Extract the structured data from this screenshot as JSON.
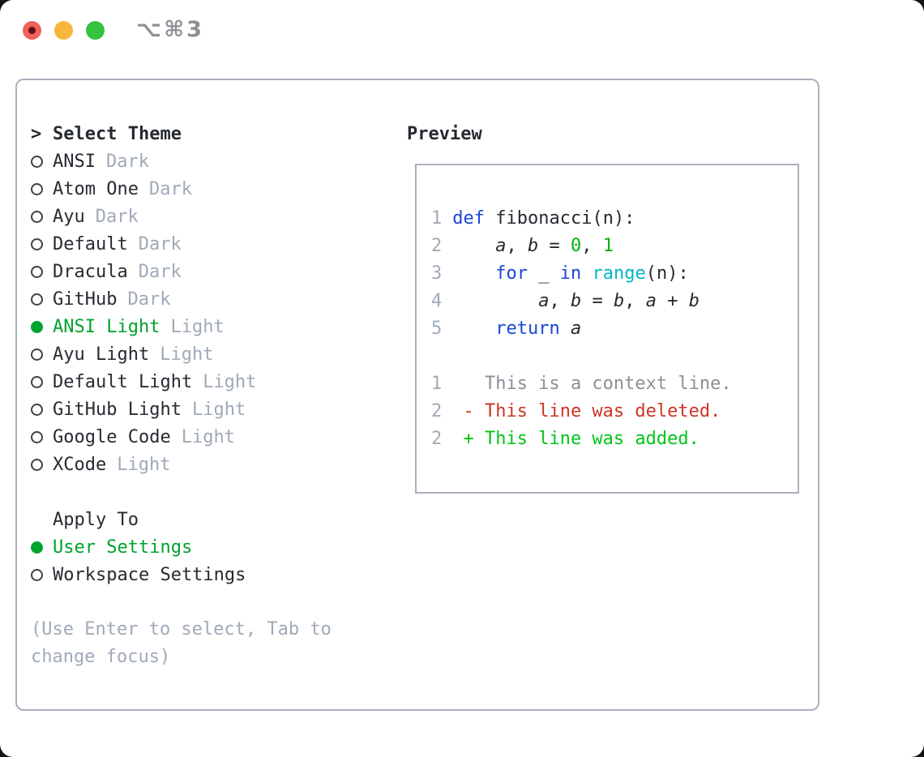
{
  "window": {
    "title_shortcut": "⌥⌘3"
  },
  "colors": {
    "text_dark": "#262a31",
    "gray_muted": "#a0aab8",
    "border": "#a9b1bc",
    "accent_green": "#00a32e",
    "keyword_blue": "#1a46d8",
    "number_green": "#00b112",
    "builtin_cyan": "#00b7c6",
    "line_number": "#a0aab8",
    "diff_context": "#8b9097",
    "diff_deleted": "#cc3524",
    "diff_added": "#00c417",
    "traffic_red": "#f2605a",
    "traffic_red_dot": "#631210",
    "traffic_yellow": "#f6b73c",
    "traffic_green": "#35c33f",
    "title_gray": "#8d9095"
  },
  "theme_selector": {
    "prompt_prefix": ">",
    "title": "Select Theme",
    "items": [
      {
        "name": "ANSI",
        "variant": "Dark",
        "selected": false
      },
      {
        "name": "Atom One",
        "variant": "Dark",
        "selected": false
      },
      {
        "name": "Ayu",
        "variant": "Dark",
        "selected": false
      },
      {
        "name": "Default",
        "variant": "Dark",
        "selected": false
      },
      {
        "name": "Dracula",
        "variant": "Dark",
        "selected": false
      },
      {
        "name": "GitHub",
        "variant": "Dark",
        "selected": false
      },
      {
        "name": "ANSI Light",
        "variant": "Light",
        "selected": true
      },
      {
        "name": "Ayu Light",
        "variant": "Light",
        "selected": false
      },
      {
        "name": "Default Light",
        "variant": "Light",
        "selected": false
      },
      {
        "name": "GitHub Light",
        "variant": "Light",
        "selected": false
      },
      {
        "name": "Google Code",
        "variant": "Light",
        "selected": false
      },
      {
        "name": "XCode",
        "variant": "Light",
        "selected": false
      }
    ]
  },
  "apply_to": {
    "title": "Apply To",
    "options": [
      {
        "label": "User Settings",
        "selected": true
      },
      {
        "label": "Workspace Settings",
        "selected": false
      }
    ]
  },
  "hint": "(Use Enter to select, Tab to change focus)",
  "preview": {
    "title": "Preview",
    "code_lines": [
      {
        "num": "1",
        "segments": [
          {
            "text": "def",
            "style": "keyword"
          },
          {
            "text": " fibonacci(n):",
            "style": "plain"
          }
        ]
      },
      {
        "num": "2",
        "segments": [
          {
            "text": "    ",
            "style": "plain"
          },
          {
            "text": "a",
            "style": "variable"
          },
          {
            "text": ", ",
            "style": "plain"
          },
          {
            "text": "b",
            "style": "variable"
          },
          {
            "text": " = ",
            "style": "plain"
          },
          {
            "text": "0",
            "style": "number"
          },
          {
            "text": ", ",
            "style": "plain"
          },
          {
            "text": "1",
            "style": "number"
          }
        ]
      },
      {
        "num": "3",
        "segments": [
          {
            "text": "    ",
            "style": "plain"
          },
          {
            "text": "for",
            "style": "keyword"
          },
          {
            "text": " _ ",
            "style": "plain"
          },
          {
            "text": "in",
            "style": "keyword"
          },
          {
            "text": " ",
            "style": "plain"
          },
          {
            "text": "range",
            "style": "builtin"
          },
          {
            "text": "(n):",
            "style": "plain"
          }
        ]
      },
      {
        "num": "4",
        "segments": [
          {
            "text": "        ",
            "style": "plain"
          },
          {
            "text": "a",
            "style": "variable"
          },
          {
            "text": ", ",
            "style": "plain"
          },
          {
            "text": "b",
            "style": "variable"
          },
          {
            "text": " = ",
            "style": "plain"
          },
          {
            "text": "b",
            "style": "variable"
          },
          {
            "text": ", ",
            "style": "plain"
          },
          {
            "text": "a",
            "style": "variable"
          },
          {
            "text": " + ",
            "style": "plain"
          },
          {
            "text": "b",
            "style": "variable"
          }
        ]
      },
      {
        "num": "5",
        "segments": [
          {
            "text": "    ",
            "style": "plain"
          },
          {
            "text": "return",
            "style": "keyword"
          },
          {
            "text": " ",
            "style": "plain"
          },
          {
            "text": "a",
            "style": "variable"
          }
        ]
      }
    ],
    "diff_lines": [
      {
        "num": "1",
        "kind": "context",
        "text": "   This is a context line."
      },
      {
        "num": "2",
        "kind": "deleted",
        "text": " - This line was deleted."
      },
      {
        "num": "2",
        "kind": "added",
        "text": " + This line was added."
      }
    ]
  }
}
